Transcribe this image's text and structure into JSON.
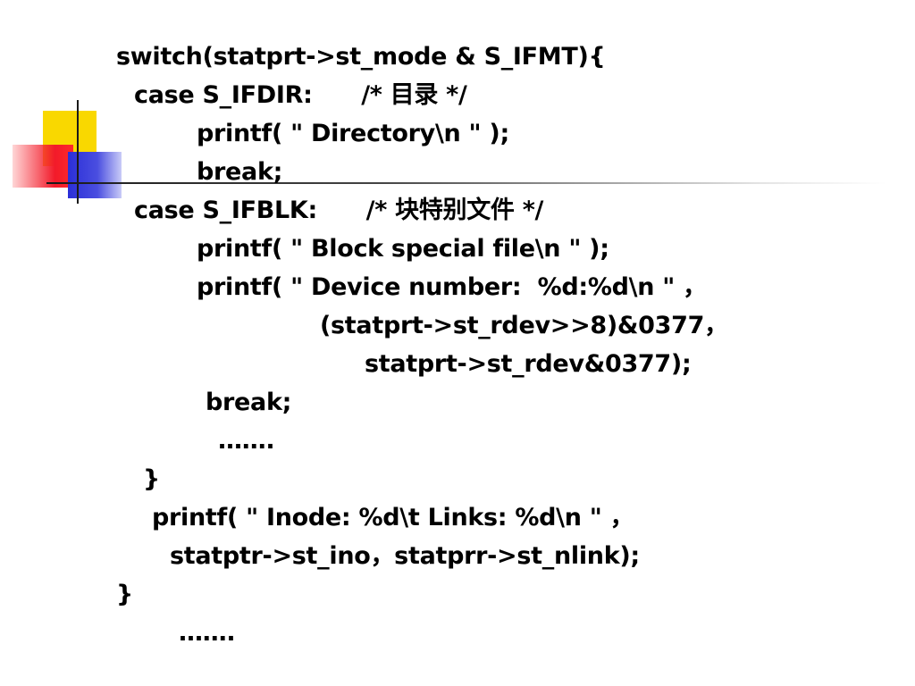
{
  "lines": [
    "switch(statprt->st_mode & S_IFMT){",
    "case S_IFDIR:      /* 目录 */",
    "printf( \" Directory\\n \" );",
    "break;",
    "case S_IFBLK:      /* 块特别文件 */",
    "printf( \" Block special file\\n \" );",
    "printf( \" Device number:  %d:%d\\n \" ，",
    "(statprt->st_rdev>>8)&0377，",
    "statprt->st_rdev&0377);",
    "break;",
    "…….",
    "}",
    "printf( \" Inode: %d\\t Links: %d\\n \" ，",
    "statptr->st_ino，statprr->st_nlink);",
    "}",
    "……."
  ]
}
